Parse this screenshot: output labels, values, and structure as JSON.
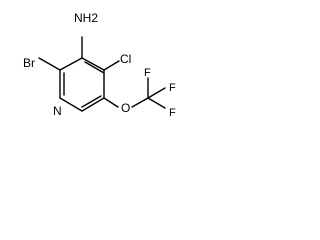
{
  "molecule": {
    "labels": {
      "amine": "NH2",
      "bromine": "Br",
      "chlorine": "Cl",
      "ring_nitrogen": "N",
      "ether_oxygen": "O",
      "fluorine_1": "F",
      "fluorine_2": "F",
      "fluorine_3": "F"
    },
    "colors": {
      "ink": "#000000",
      "background": "#ffffff"
    }
  }
}
